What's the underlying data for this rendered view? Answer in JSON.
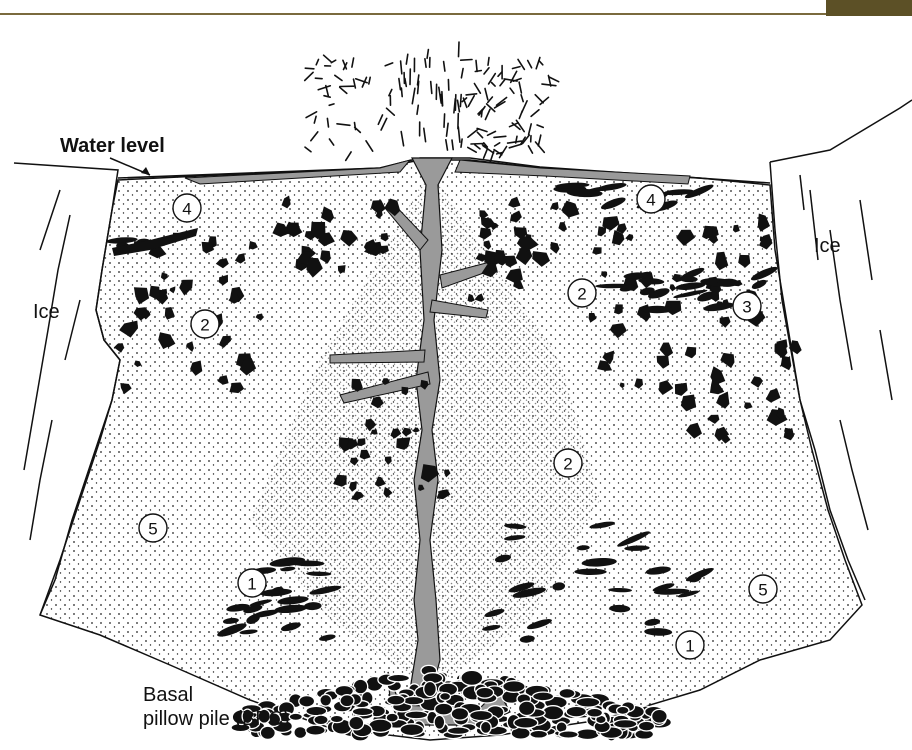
{
  "labels": {
    "water_level": "Water level",
    "ice_left": "Ice",
    "ice_right": "Ice",
    "basal_line1": "Basal",
    "basal_line2": "pillow pile (BPC)"
  },
  "unit_markers": [
    {
      "id": "4",
      "text": "4"
    },
    {
      "id": "4",
      "text": "4"
    },
    {
      "id": "2",
      "text": "2"
    },
    {
      "id": "2",
      "text": "2"
    },
    {
      "id": "2",
      "text": "2"
    },
    {
      "id": "3",
      "text": "3"
    },
    {
      "id": "5",
      "text": "5"
    },
    {
      "id": "5",
      "text": "5"
    },
    {
      "id": "1",
      "text": "1"
    },
    {
      "id": "1",
      "text": "1"
    }
  ],
  "colors": {
    "ink": "#111111",
    "dyke": "#9a9a9a",
    "header_line": "#7a6a3e",
    "header_block": "#5c5026"
  }
}
